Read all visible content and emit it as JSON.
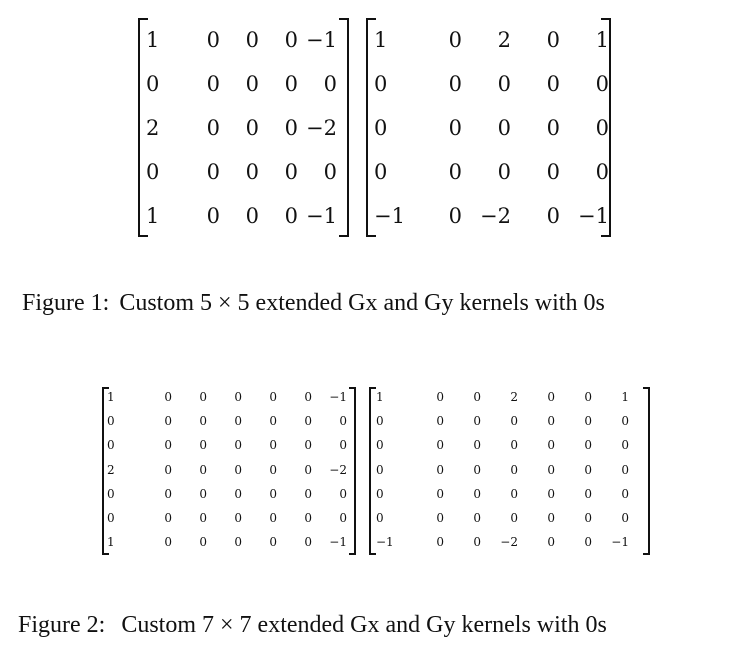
{
  "figure1": {
    "gx": [
      [
        "1",
        "0",
        "0",
        "0",
        "−1"
      ],
      [
        "0",
        "0",
        "0",
        "0",
        "0"
      ],
      [
        "2",
        "0",
        "0",
        "0",
        "−2"
      ],
      [
        "0",
        "0",
        "0",
        "0",
        "0"
      ],
      [
        "1",
        "0",
        "0",
        "0",
        "−1"
      ]
    ],
    "gy": [
      [
        "1",
        "0",
        "2",
        "0",
        "1"
      ],
      [
        "0",
        "0",
        "0",
        "0",
        "0"
      ],
      [
        "0",
        "0",
        "0",
        "0",
        "0"
      ],
      [
        "0",
        "0",
        "0",
        "0",
        "0"
      ],
      [
        "−1",
        "0",
        "−2",
        "0",
        "−1"
      ]
    ],
    "caption_label": "Figure 1:",
    "caption_text": "Custom 5 × 5 extended Gx and Gy kernels with 0s"
  },
  "figure2": {
    "gx": [
      [
        "1",
        "0",
        "0",
        "0",
        "0",
        "0",
        "−1"
      ],
      [
        "0",
        "0",
        "0",
        "0",
        "0",
        "0",
        "0"
      ],
      [
        "0",
        "0",
        "0",
        "0",
        "0",
        "0",
        "0"
      ],
      [
        "2",
        "0",
        "0",
        "0",
        "0",
        "0",
        "−2"
      ],
      [
        "0",
        "0",
        "0",
        "0",
        "0",
        "0",
        "0"
      ],
      [
        "0",
        "0",
        "0",
        "0",
        "0",
        "0",
        "0"
      ],
      [
        "1",
        "0",
        "0",
        "0",
        "0",
        "0",
        "−1"
      ]
    ],
    "gy": [
      [
        "1",
        "0",
        "0",
        "2",
        "0",
        "0",
        "1"
      ],
      [
        "0",
        "0",
        "0",
        "0",
        "0",
        "0",
        "0"
      ],
      [
        "0",
        "0",
        "0",
        "0",
        "0",
        "0",
        "0"
      ],
      [
        "0",
        "0",
        "0",
        "0",
        "0",
        "0",
        "0"
      ],
      [
        "0",
        "0",
        "0",
        "0",
        "0",
        "0",
        "0"
      ],
      [
        "0",
        "0",
        "0",
        "0",
        "0",
        "0",
        "0"
      ],
      [
        "−1",
        "0",
        "0",
        "−2",
        "0",
        "0",
        "−1"
      ]
    ],
    "caption_label": "Figure 2:",
    "caption_text": "Custom 7 × 7 extended Gx and Gy kernels with 0s"
  }
}
